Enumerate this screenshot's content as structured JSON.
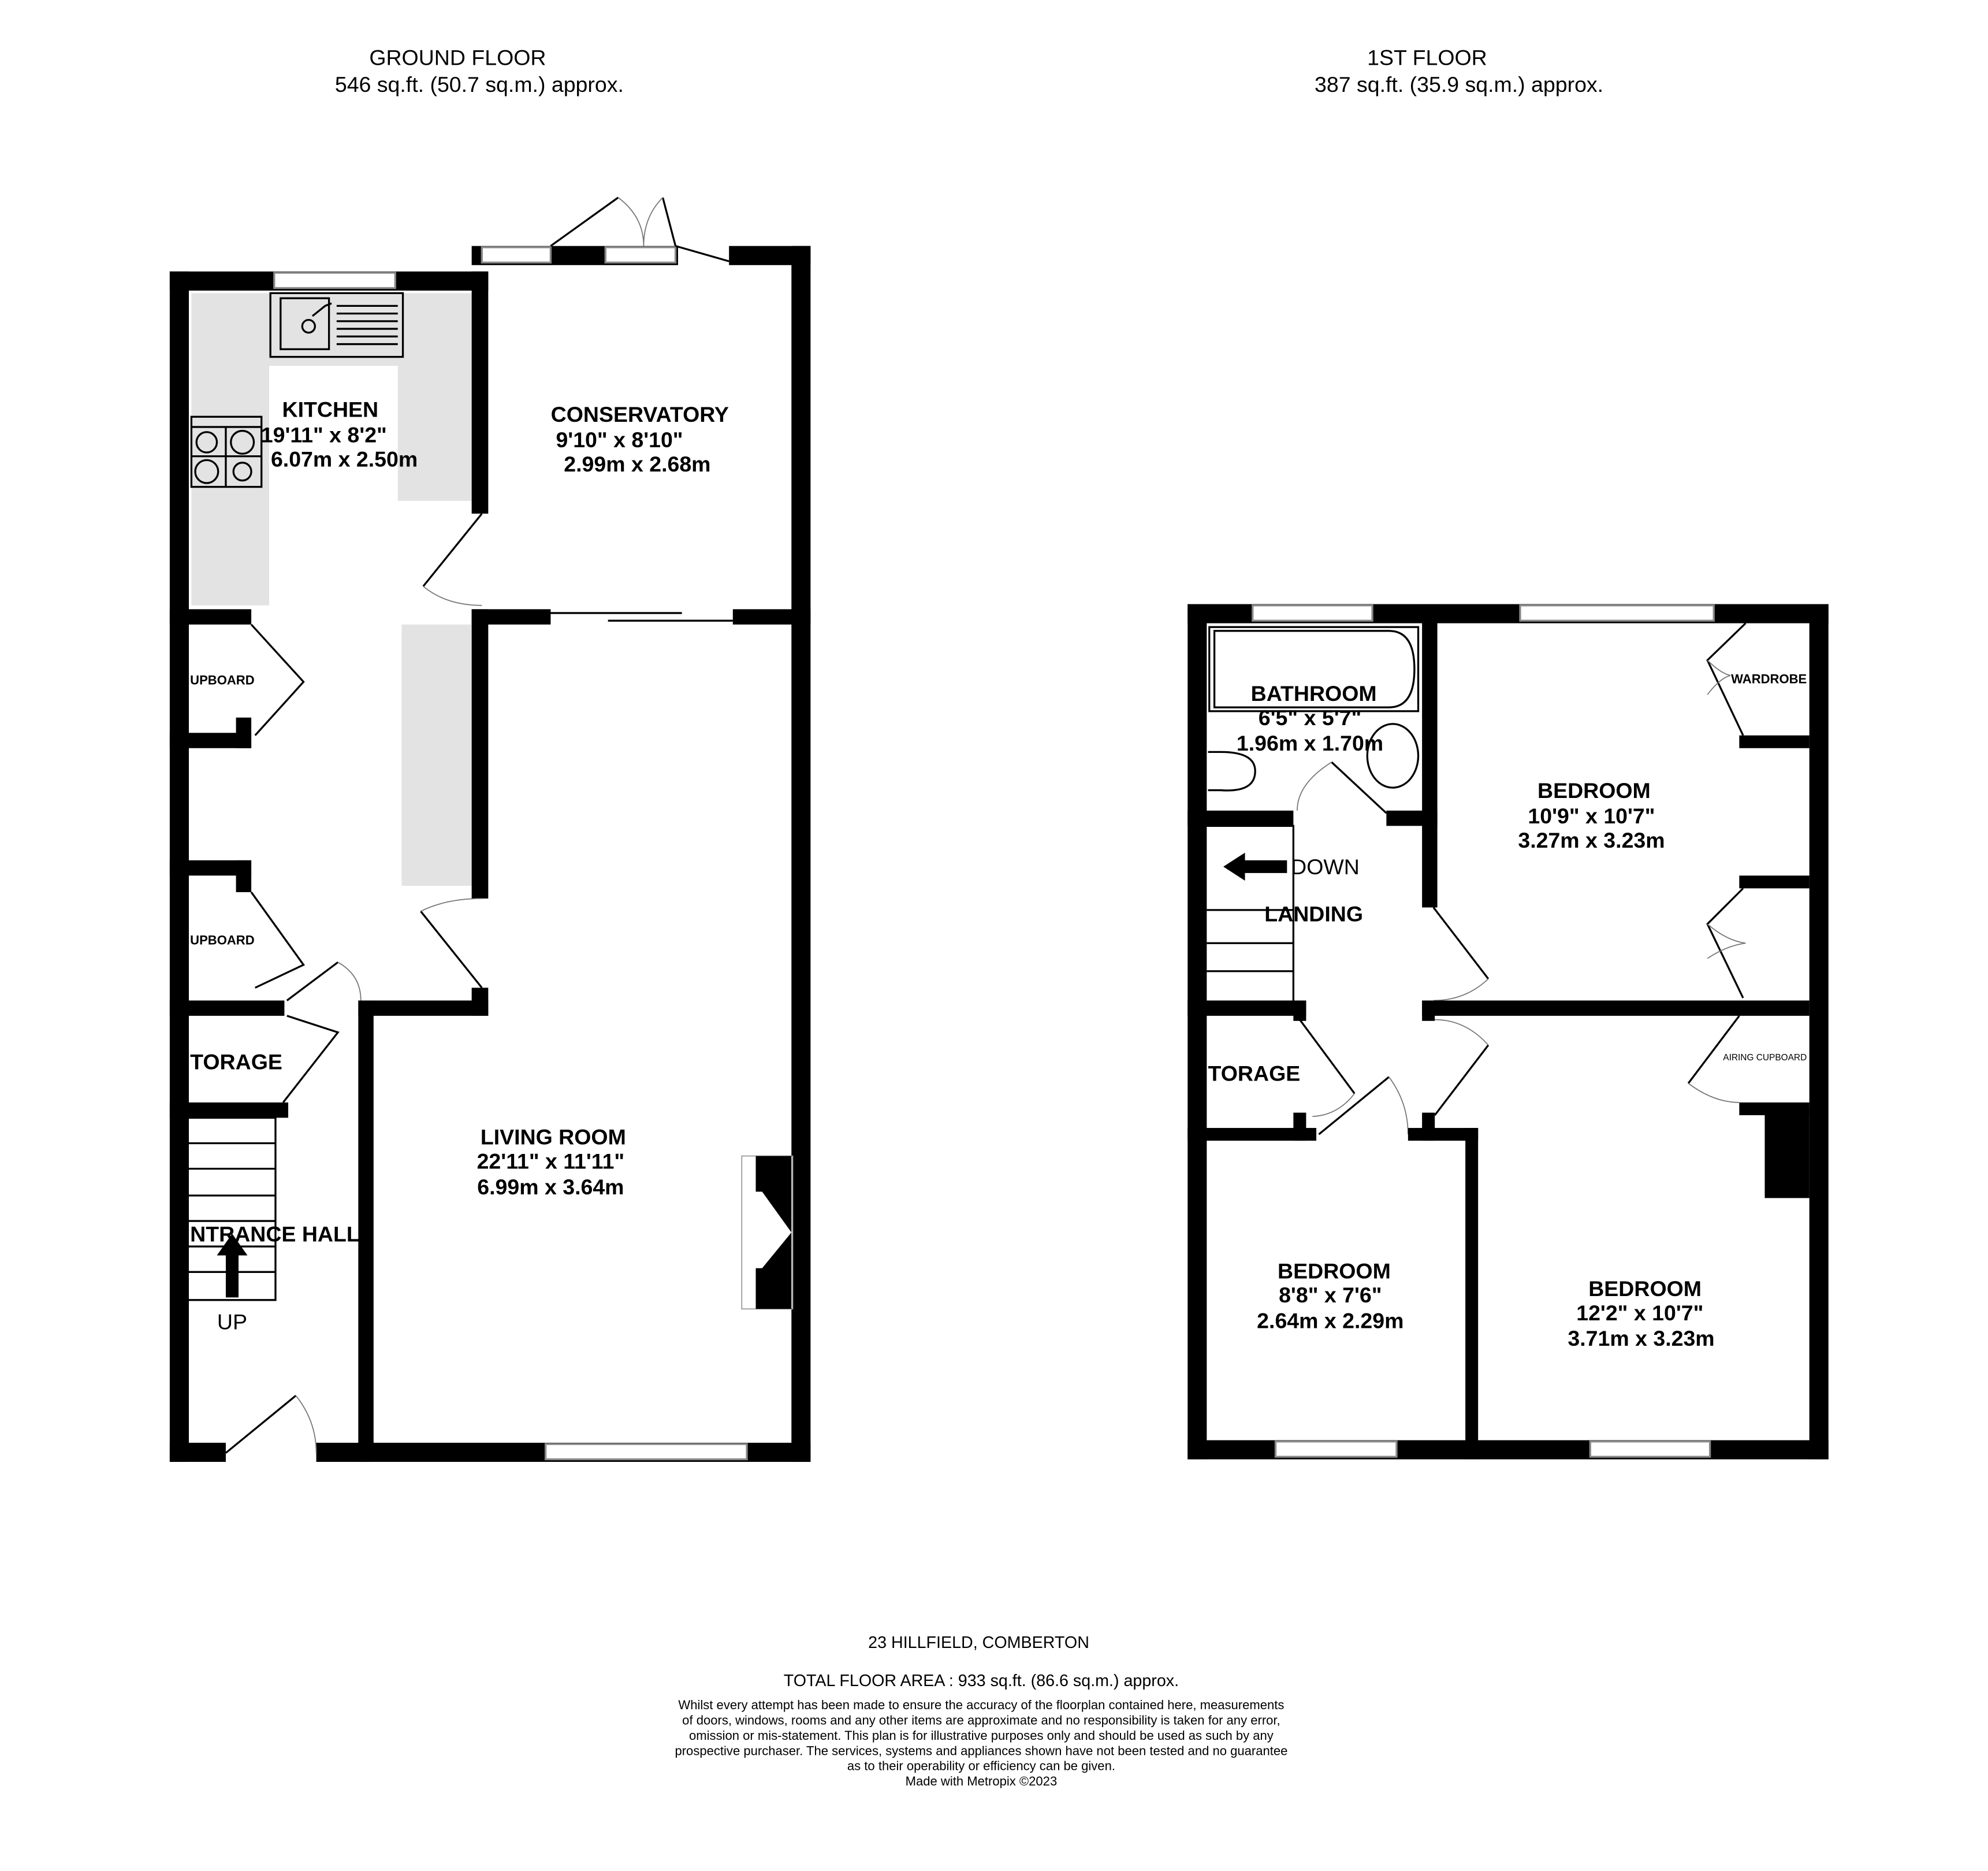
{
  "ground_floor": {
    "title": "GROUND FLOOR",
    "area": "546 sq.ft. (50.7 sq.m.) approx.",
    "rooms": {
      "kitchen": {
        "name": "KITCHEN",
        "imperial": "19'11\"  x 8'2\"",
        "metric": "6.07m  x 2.50m"
      },
      "conservatory": {
        "name": "CONSERVATORY",
        "imperial": "9'10\"  x 8'10\"",
        "metric": "2.99m  x 2.68m"
      },
      "living_room": {
        "name": "LIVING ROOM",
        "imperial": "22'11\"  x 11'11\"",
        "metric": "6.99m  x 3.64m"
      }
    },
    "labels": {
      "cupboard1": "UPBOARD",
      "cupboard2": "UPBOARD",
      "storage": "TORAGE",
      "entrance_hall": "NTRANCE HALL",
      "up": "UP"
    }
  },
  "first_floor": {
    "title": "1ST FLOOR",
    "area": "387 sq.ft. (35.9 sq.m.) approx.",
    "rooms": {
      "bathroom": {
        "name": "BATHROOM",
        "imperial": "6'5\"  x 5'7\"",
        "metric": "1.96m  x 1.70m"
      },
      "bedroom1": {
        "name": "BEDROOM",
        "imperial": "10'9\"  x 10'7\"",
        "metric": "3.27m  x 3.23m"
      },
      "bedroom2": {
        "name": "BEDROOM",
        "imperial": "8'8\"  x 7'6\"",
        "metric": "2.64m  x 2.29m"
      },
      "bedroom3": {
        "name": "BEDROOM",
        "imperial": "12'2\"  x 10'7\"",
        "metric": "3.71m  x 3.23m"
      }
    },
    "labels": {
      "down": "DOWN",
      "landing": "LANDING",
      "storage": "TORAGE",
      "wardrobe": "WARDROBE",
      "airing": "AIRING CUPBOARD"
    }
  },
  "footer": {
    "address": "23 HILLFIELD, COMBERTON",
    "total": "TOTAL FLOOR AREA : 933 sq.ft. (86.6 sq.m.) approx.",
    "disclaimer": [
      "Whilst every attempt has been made to ensure the accuracy of the floorplan contained here, measurements",
      "of doors, windows, rooms and any other items are approximate and no responsibility is taken for any error,",
      "omission or mis-statement. This plan is for illustrative purposes only and should be used as such by any",
      "prospective purchaser. The services, systems and appliances shown have not been tested and no guarantee",
      "as to their operability or efficiency can be given."
    ],
    "credit": "Made with Metropix ©2023"
  }
}
